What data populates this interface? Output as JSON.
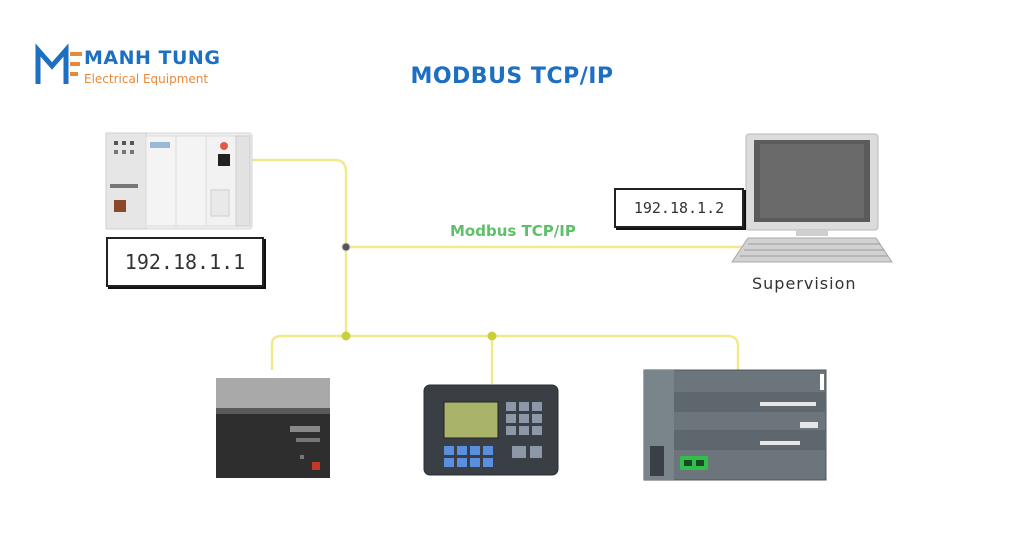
{
  "brand": {
    "name": "MANH TUNG",
    "subtitle": "Electrical Equipment",
    "primary_color": "#1d6fc2",
    "accent_color": "#e8893a"
  },
  "title": "MODBUS TCP/IP",
  "network": {
    "link_label": "Modbus TCP/IP",
    "line_color": "#f2e98a",
    "link_color": "#5fbf6a"
  },
  "devices": {
    "plc": {
      "ip": "192.18.1.1",
      "icon": "plc-rack-icon"
    },
    "supervision": {
      "ip": "192.18.1.2",
      "label": "Supervision",
      "icon": "computer-monitor-icon"
    },
    "field_1": {
      "icon": "drive-unit-icon"
    },
    "field_2": {
      "icon": "hmi-panel-icon"
    },
    "field_3": {
      "icon": "io-module-icon"
    }
  }
}
